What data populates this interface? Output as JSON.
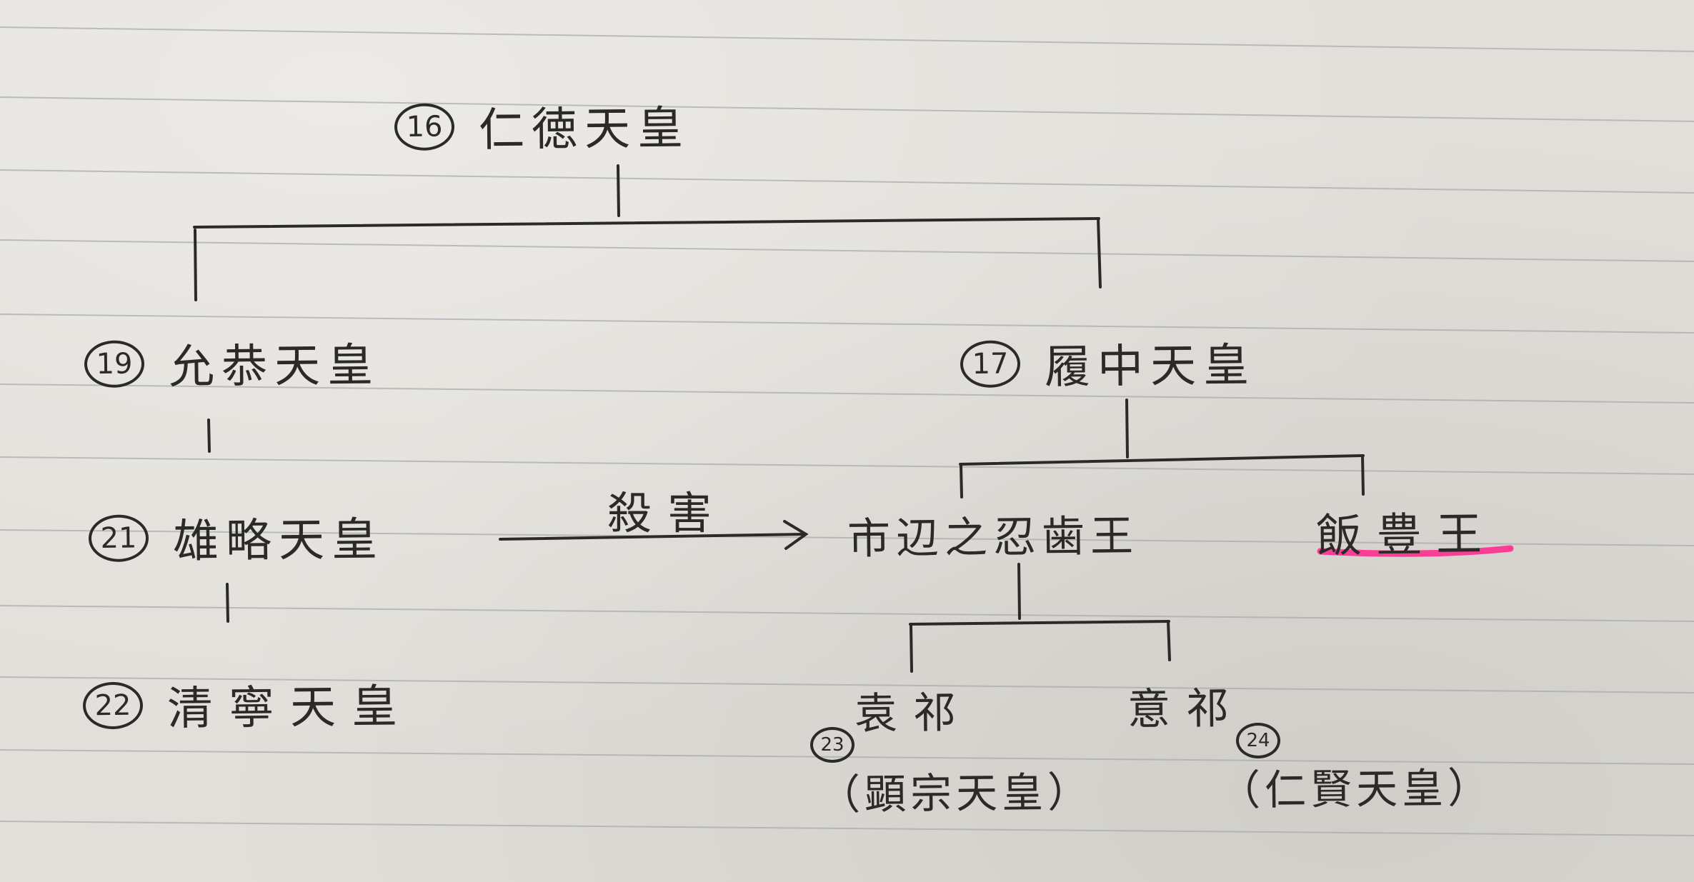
{
  "nodes": {
    "nintoku": {
      "number": "16",
      "name": "仁徳天皇"
    },
    "ingyo": {
      "number": "19",
      "name": "允恭天皇"
    },
    "richu": {
      "number": "17",
      "name": "履中天皇"
    },
    "yuryaku": {
      "number": "21",
      "name": "雄略天皇"
    },
    "seinei": {
      "number": "22",
      "name": "清寧天皇"
    },
    "oshiha": {
      "name": "市辺之忍歯王"
    },
    "iitoyo": {
      "name": "飯豊王"
    },
    "oke": {
      "name": "袁祁",
      "number": "23",
      "reign": "（顕宗天皇）"
    },
    "ooke": {
      "name": "意祁",
      "number": "24",
      "reign": "（仁賢天皇）"
    }
  },
  "arrow": {
    "label": "殺害"
  },
  "colors": {
    "ink": "#2b2a28",
    "rule_line": "#9aa0a6",
    "highlight": "#ff2d8e",
    "paper": "#e2dfda"
  }
}
